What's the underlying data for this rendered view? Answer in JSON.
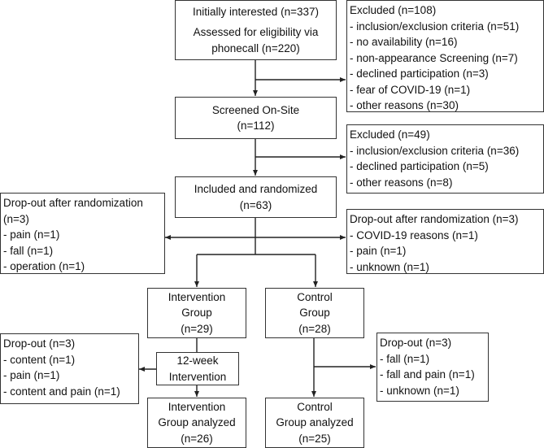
{
  "assessment": {
    "line1": "Initially interested (n=337)",
    "line2": "Assessed for eligibility via",
    "line3": "phonecall (n=220)"
  },
  "excluded1": {
    "title": "Excluded (n=108)",
    "items": [
      "- inclusion/exclusion criteria (n=51)",
      "- no availability (n=16)",
      "- non-appearance Screening (n=7)",
      "- declined participation (n=3)",
      "- fear of COVID-19 (n=1)",
      "- other reasons (n=30)"
    ]
  },
  "screened": {
    "line1": "Screened On-Site",
    "line2": "(n=112)"
  },
  "excluded2": {
    "title": "Excluded (n=49)",
    "items": [
      "- inclusion/exclusion criteria (n=36)",
      "- declined participation (n=5)",
      "- other reasons (n=8)"
    ]
  },
  "randomized": {
    "line1": "Included and randomized",
    "line2": "(n=63)"
  },
  "dropout_left": {
    "title": "Drop-out after randomization",
    "title2": "(n=3)",
    "items": [
      "- pain (n=1)",
      "- fall (n=1)",
      "- operation (n=1)"
    ]
  },
  "dropout_right": {
    "title": "Drop-out after randomization (n=3)",
    "items": [
      "- COVID-19 reasons (n=1)",
      "- pain (n=1)",
      "- unknown (n=1)"
    ]
  },
  "intervention_group": {
    "line1": "Intervention",
    "line2": "Group",
    "line3": "(n=29)"
  },
  "control_group": {
    "line1": "Control",
    "line2": "Group",
    "line3": "(n=28)"
  },
  "intervention_step": {
    "line1": "12-week",
    "line2": "Intervention"
  },
  "dropout_intervention": {
    "title": "Drop-out (n=3)",
    "items": [
      "- content (n=1)",
      "- pain (n=1)",
      "- content and pain (n=1)"
    ]
  },
  "dropout_control": {
    "title": "Drop-out (n=3)",
    "items": [
      "- fall (n=1)",
      "- fall and pain (n=1)",
      "- unknown (n=1)"
    ]
  },
  "intervention_analyzed": {
    "line1": "Intervention",
    "line2": "Group analyzed",
    "line3": "(n=26)"
  },
  "control_analyzed": {
    "line1": "Control",
    "line2": "Group analyzed",
    "line3": "(n=25)"
  }
}
